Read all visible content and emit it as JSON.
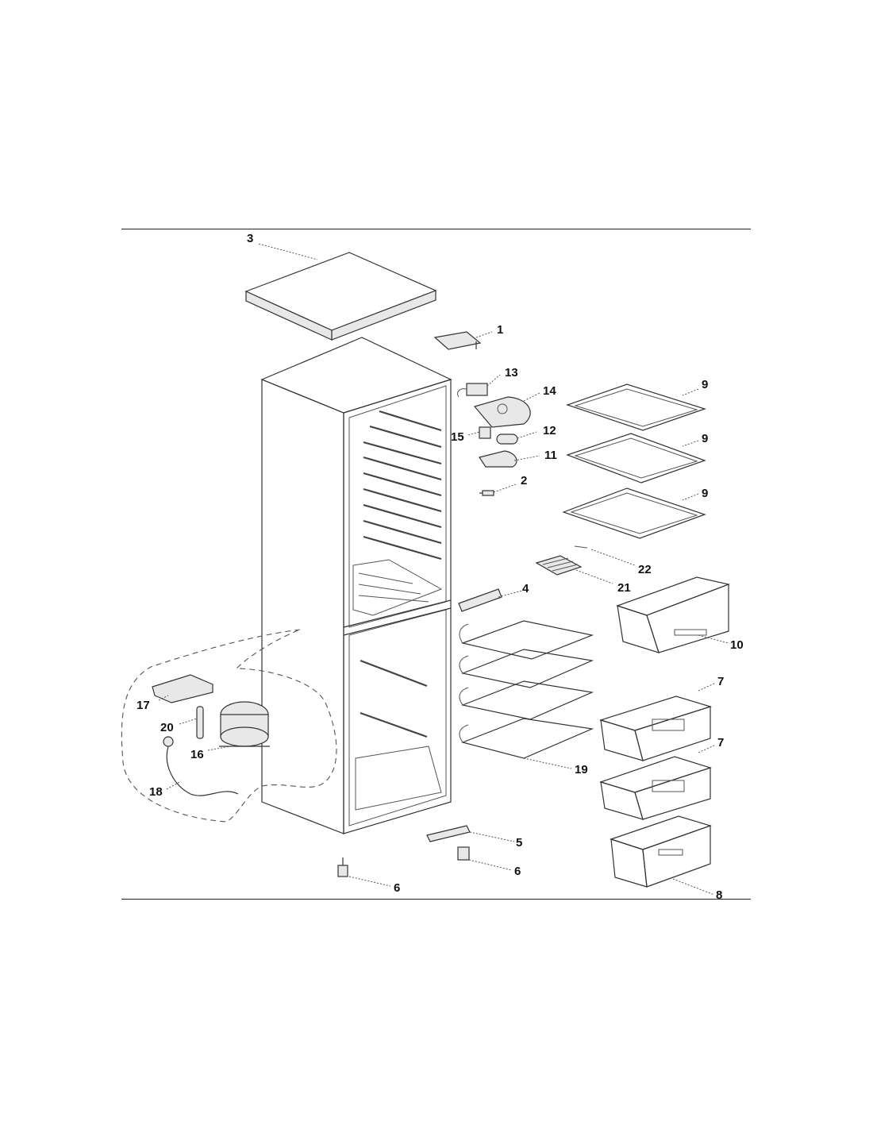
{
  "callouts": [
    {
      "id": "label-3",
      "text": "3"
    },
    {
      "id": "label-1",
      "text": "1"
    },
    {
      "id": "label-13",
      "text": "13"
    },
    {
      "id": "label-14",
      "text": "14"
    },
    {
      "id": "label-15",
      "text": "15"
    },
    {
      "id": "label-12",
      "text": "12"
    },
    {
      "id": "label-11",
      "text": "11"
    },
    {
      "id": "label-2",
      "text": "2"
    },
    {
      "id": "label-9a",
      "text": "9"
    },
    {
      "id": "label-9b",
      "text": "9"
    },
    {
      "id": "label-9c",
      "text": "9"
    },
    {
      "id": "label-22",
      "text": "22"
    },
    {
      "id": "label-21",
      "text": "21"
    },
    {
      "id": "label-4",
      "text": "4"
    },
    {
      "id": "label-10",
      "text": "10"
    },
    {
      "id": "label-7a",
      "text": "7"
    },
    {
      "id": "label-7b",
      "text": "7"
    },
    {
      "id": "label-17",
      "text": "17"
    },
    {
      "id": "label-20",
      "text": "20"
    },
    {
      "id": "label-16",
      "text": "16"
    },
    {
      "id": "label-18",
      "text": "18"
    },
    {
      "id": "label-19",
      "text": "19"
    },
    {
      "id": "label-5",
      "text": "5"
    },
    {
      "id": "label-6a",
      "text": "6"
    },
    {
      "id": "label-6b",
      "text": "6"
    },
    {
      "id": "label-8",
      "text": "8"
    }
  ]
}
